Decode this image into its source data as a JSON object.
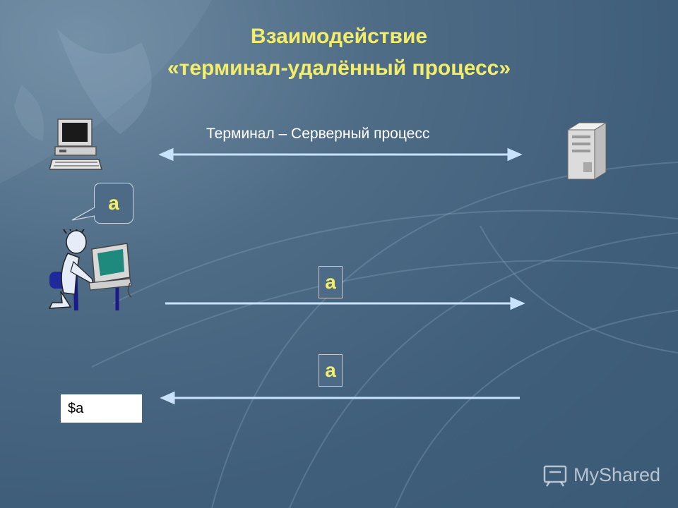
{
  "title": {
    "line1": "Взаимодействие",
    "line2": "«терминал-удалённый процесс»"
  },
  "diagram": {
    "caption": "Терминал – Серверный процесс",
    "bubble_text": "a",
    "message_forward": "a",
    "message_back": "a",
    "terminal_screen": "$a",
    "icons": [
      "computer-icon",
      "server-icon",
      "user-at-computer-icon"
    ],
    "colors": {
      "title": "#f2ee6a",
      "arrow": "#c8e2fb",
      "background": "#3f5e7a"
    }
  },
  "watermark": {
    "text": "MyShared"
  }
}
